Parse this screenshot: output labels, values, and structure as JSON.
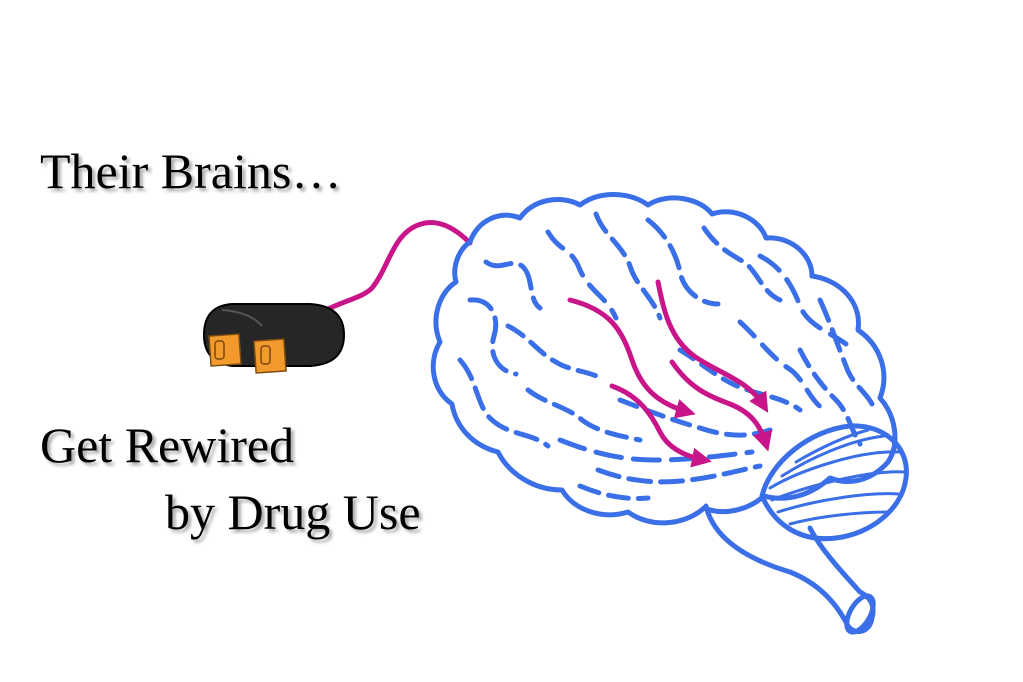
{
  "slide": {
    "title": "Their Brains…",
    "caption_line1": "Get Rewired",
    "caption_line2": "by Drug Use"
  },
  "colors": {
    "brain_outline": "#3a6fe8",
    "wire_and_arrows": "#c8168a",
    "plug_body": "#262626",
    "plug_prongs": "#f39a2c"
  },
  "icons": {
    "brain": "brain-icon",
    "plug": "power-plug-icon"
  }
}
